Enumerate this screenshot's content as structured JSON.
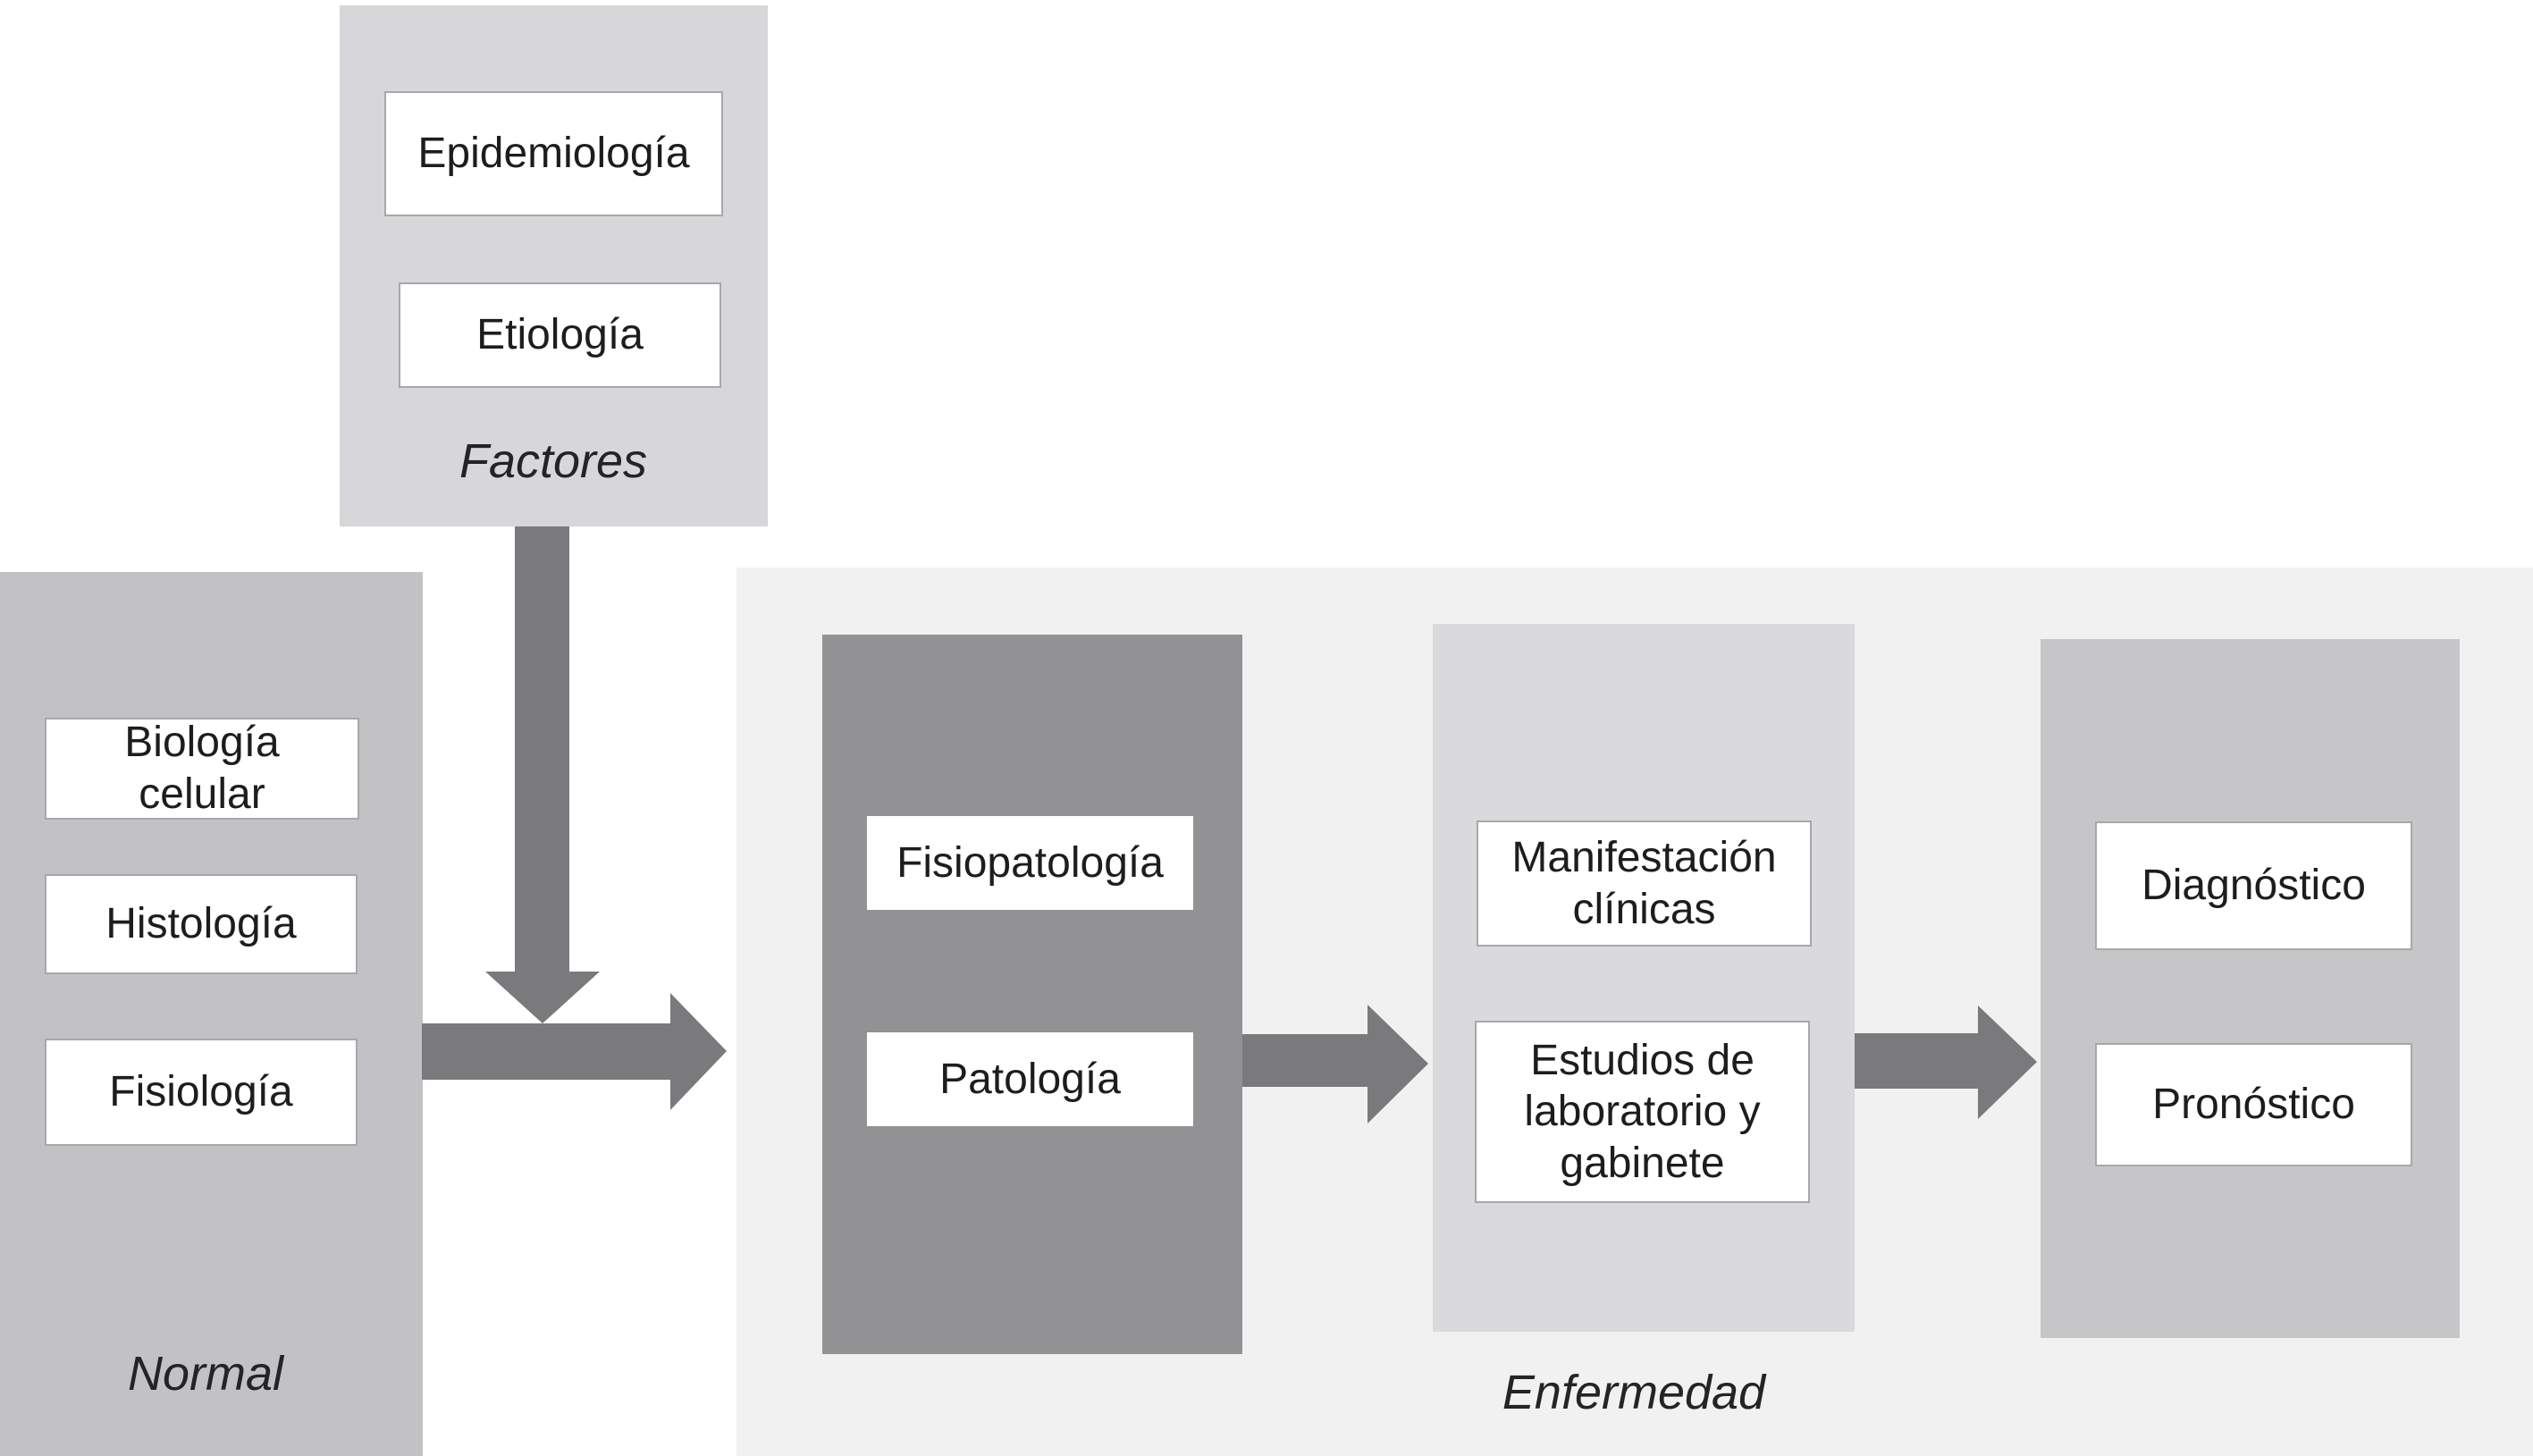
{
  "groups": {
    "factores": {
      "label": "Factores",
      "boxes": [
        "Epidemiología",
        "Etiología"
      ]
    },
    "normal": {
      "label": "Normal",
      "boxes": [
        "Biología celular",
        "Histología",
        "Fisiología"
      ]
    },
    "enfermedad": {
      "label": "Enfermedad",
      "patologia_boxes": [
        "Fisiopatología",
        "Patología"
      ],
      "clinica_boxes": [
        "Manifestación clínicas",
        "Estudios de laboratorio y gabinete"
      ],
      "resultado_boxes": [
        "Diagnóstico",
        "Pronóstico"
      ]
    }
  },
  "colors": {
    "factores_bg": "#d7d7d9",
    "normal_bg": "#c2c2c4",
    "enfermedad_bg": "#f1f1f2",
    "patologia_panel_bg": "#929295",
    "clinica_panel_bg": "#dadadc",
    "resultado_panel_bg": "#c6c6c8",
    "arrow": "#7a7a7d",
    "box_bg": "#ffffff",
    "box_border": "#a8a8aa",
    "text": "#1d1d20"
  }
}
